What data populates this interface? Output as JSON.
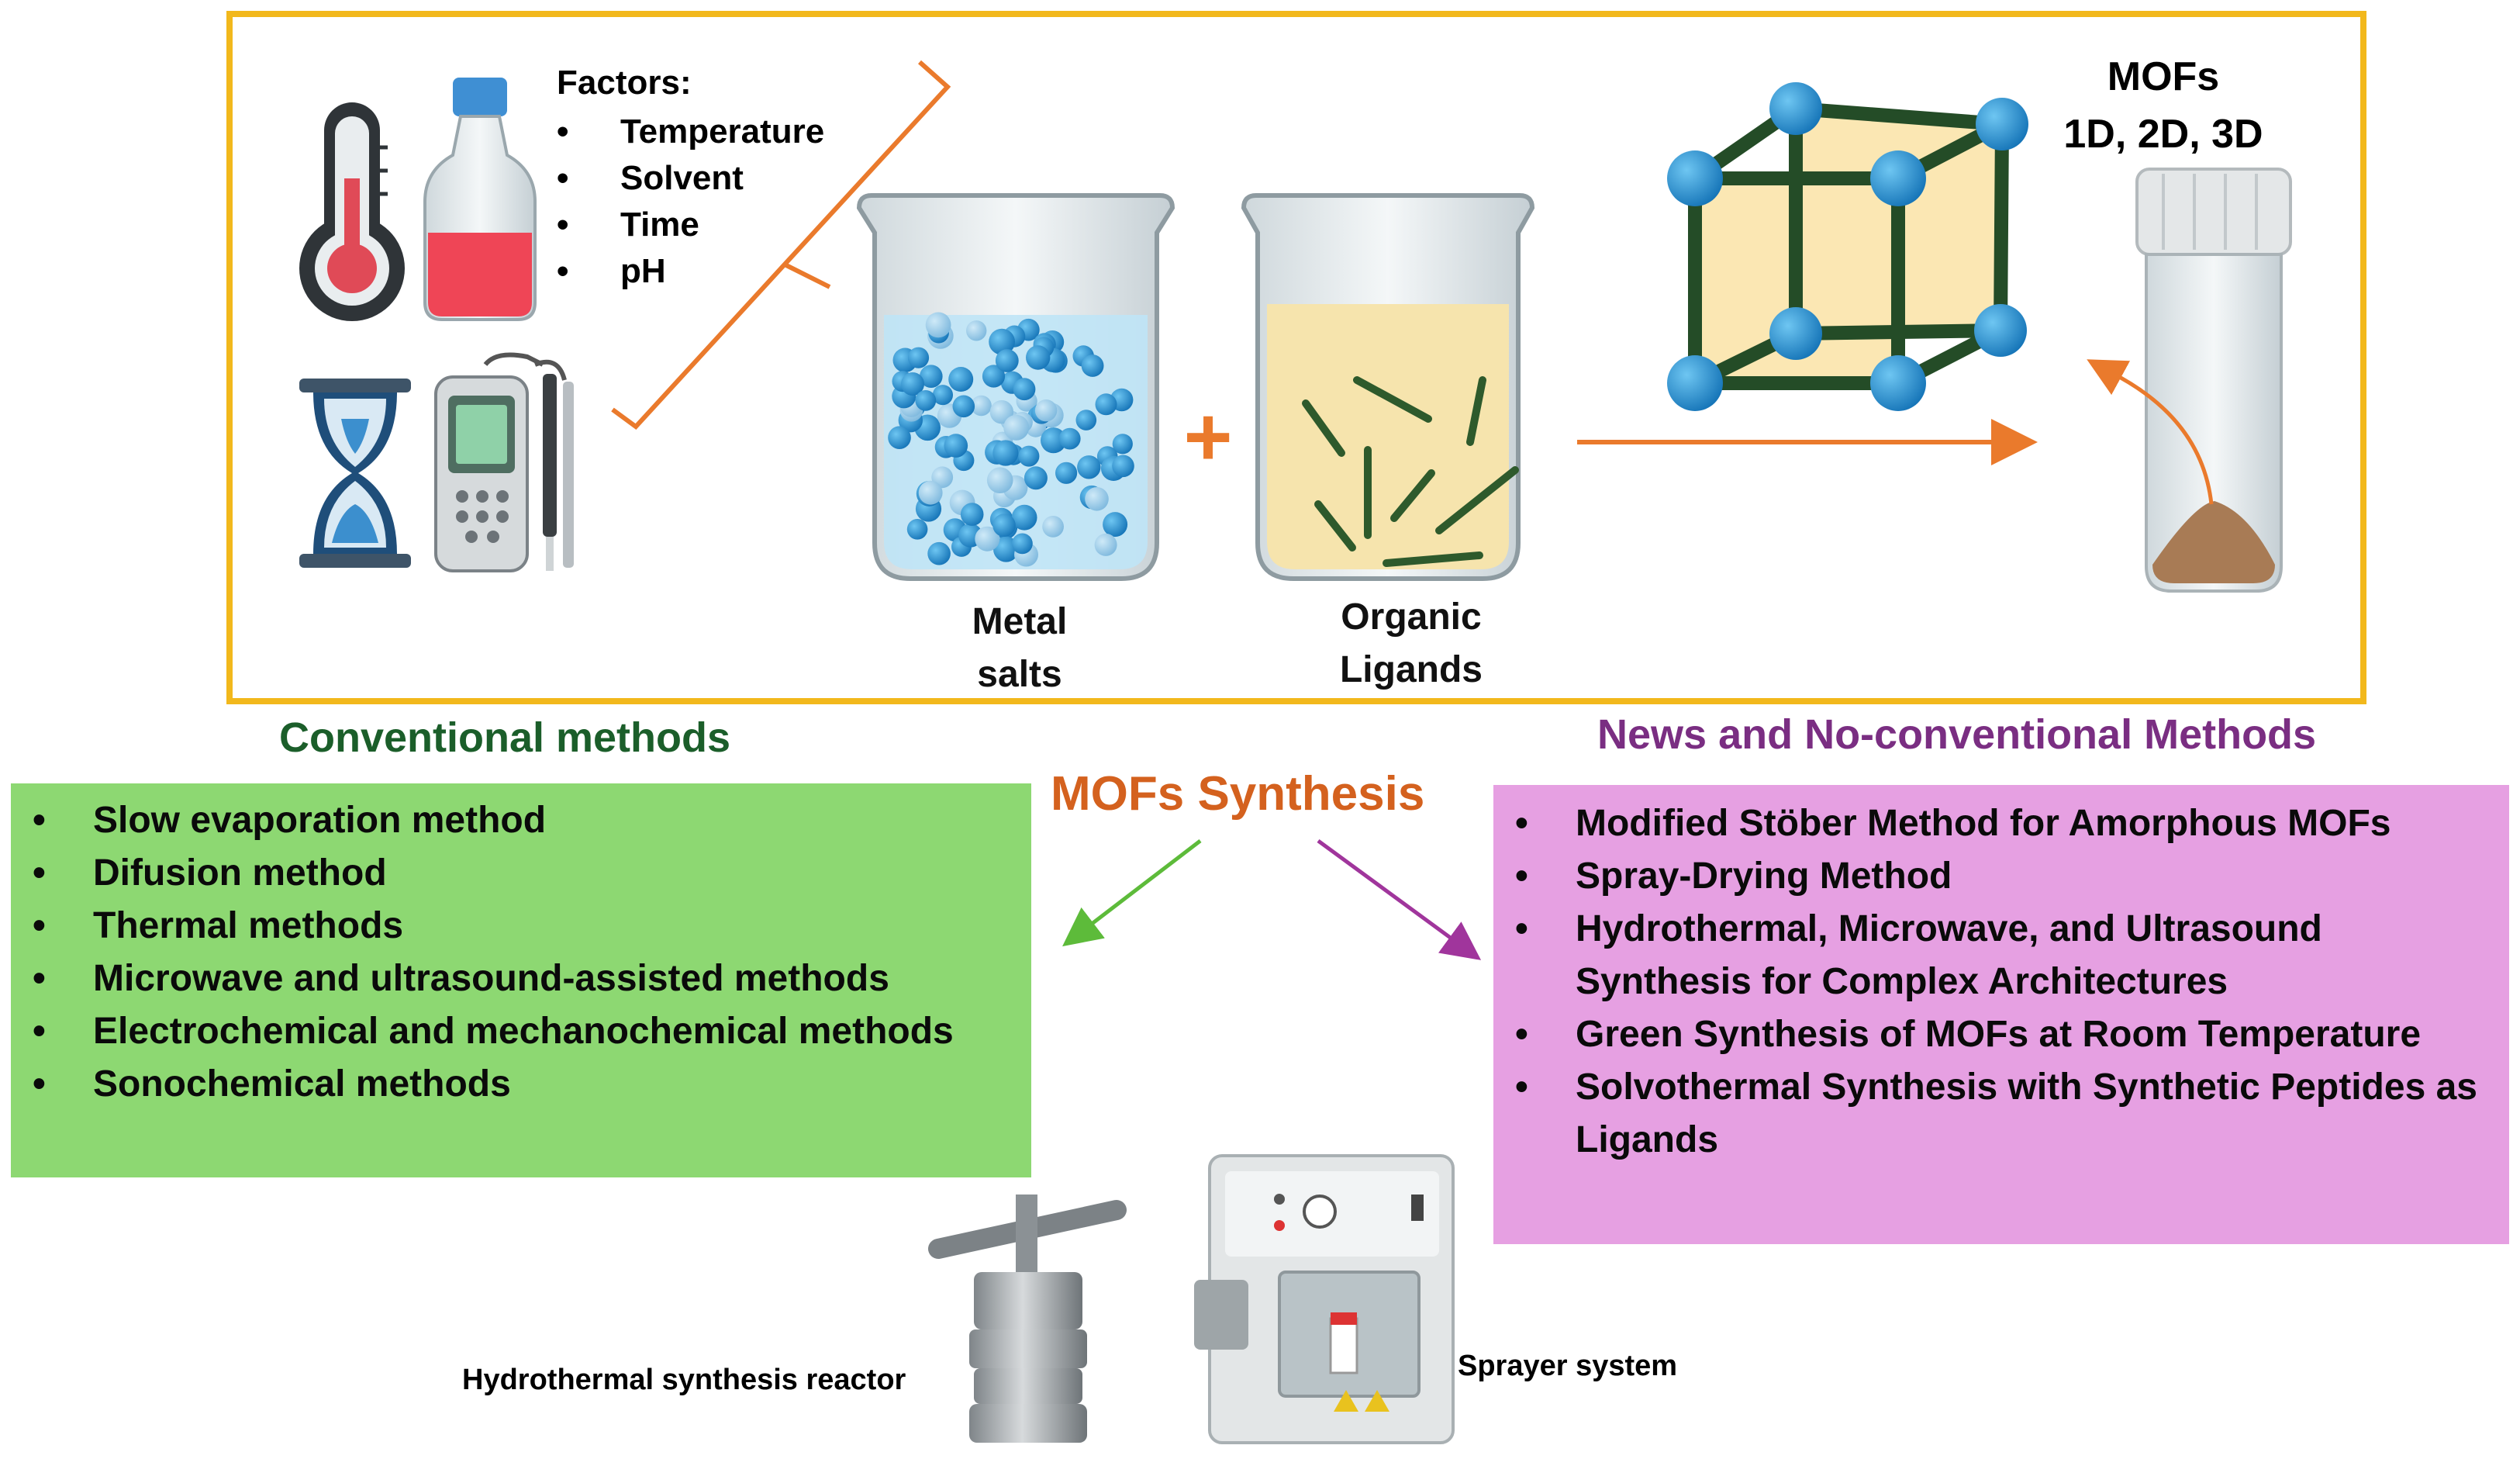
{
  "factors": {
    "title": "Factors:",
    "items": [
      "Temperature",
      "Solvent",
      "Time",
      "pH"
    ]
  },
  "beakers": {
    "metal_salts": [
      "Metal",
      "salts"
    ],
    "organic_ligands": [
      "Organic",
      "Ligands"
    ],
    "plus": "+"
  },
  "mofs": {
    "line1": "MOFs",
    "line2": "1D, 2D, 3D"
  },
  "center_title": "MOFs Synthesis",
  "conventional": {
    "heading": "Conventional methods",
    "items": [
      "Slow evaporation method",
      "Difusion method",
      "Thermal methods",
      "Microwave and ultrasound-assisted methods",
      "Electrochemical and mechanochemical methods",
      "Sonochemical methods"
    ]
  },
  "nonconventional": {
    "heading": "News and No-conventional Methods",
    "items": [
      "Modified Stöber Method for Amorphous MOFs",
      "Spray-Drying Method",
      "Hydrothermal, Microwave, and Ultrasound Synthesis for Complex Architectures",
      "Green Synthesis of MOFs at Room Temperature",
      "Solvothermal Synthesis with Synthetic Peptides as Ligands"
    ]
  },
  "equipment": {
    "reactor_label": "Hydrothermal synthesis reactor",
    "sprayer_label": "Sprayer system"
  },
  "colors": {
    "frame": "#f2b81c",
    "conventional_box": "#8dd872",
    "conventional_heading": "#1b5e2a",
    "nonconventional_box": "#e6a0e2",
    "nonconventional_heading": "#7a2e82",
    "synthesis_title": "#d4611e",
    "arrow_orange": "#ea7a2c",
    "arrow_green": "#5dbb3a",
    "arrow_purple": "#a0359c"
  }
}
